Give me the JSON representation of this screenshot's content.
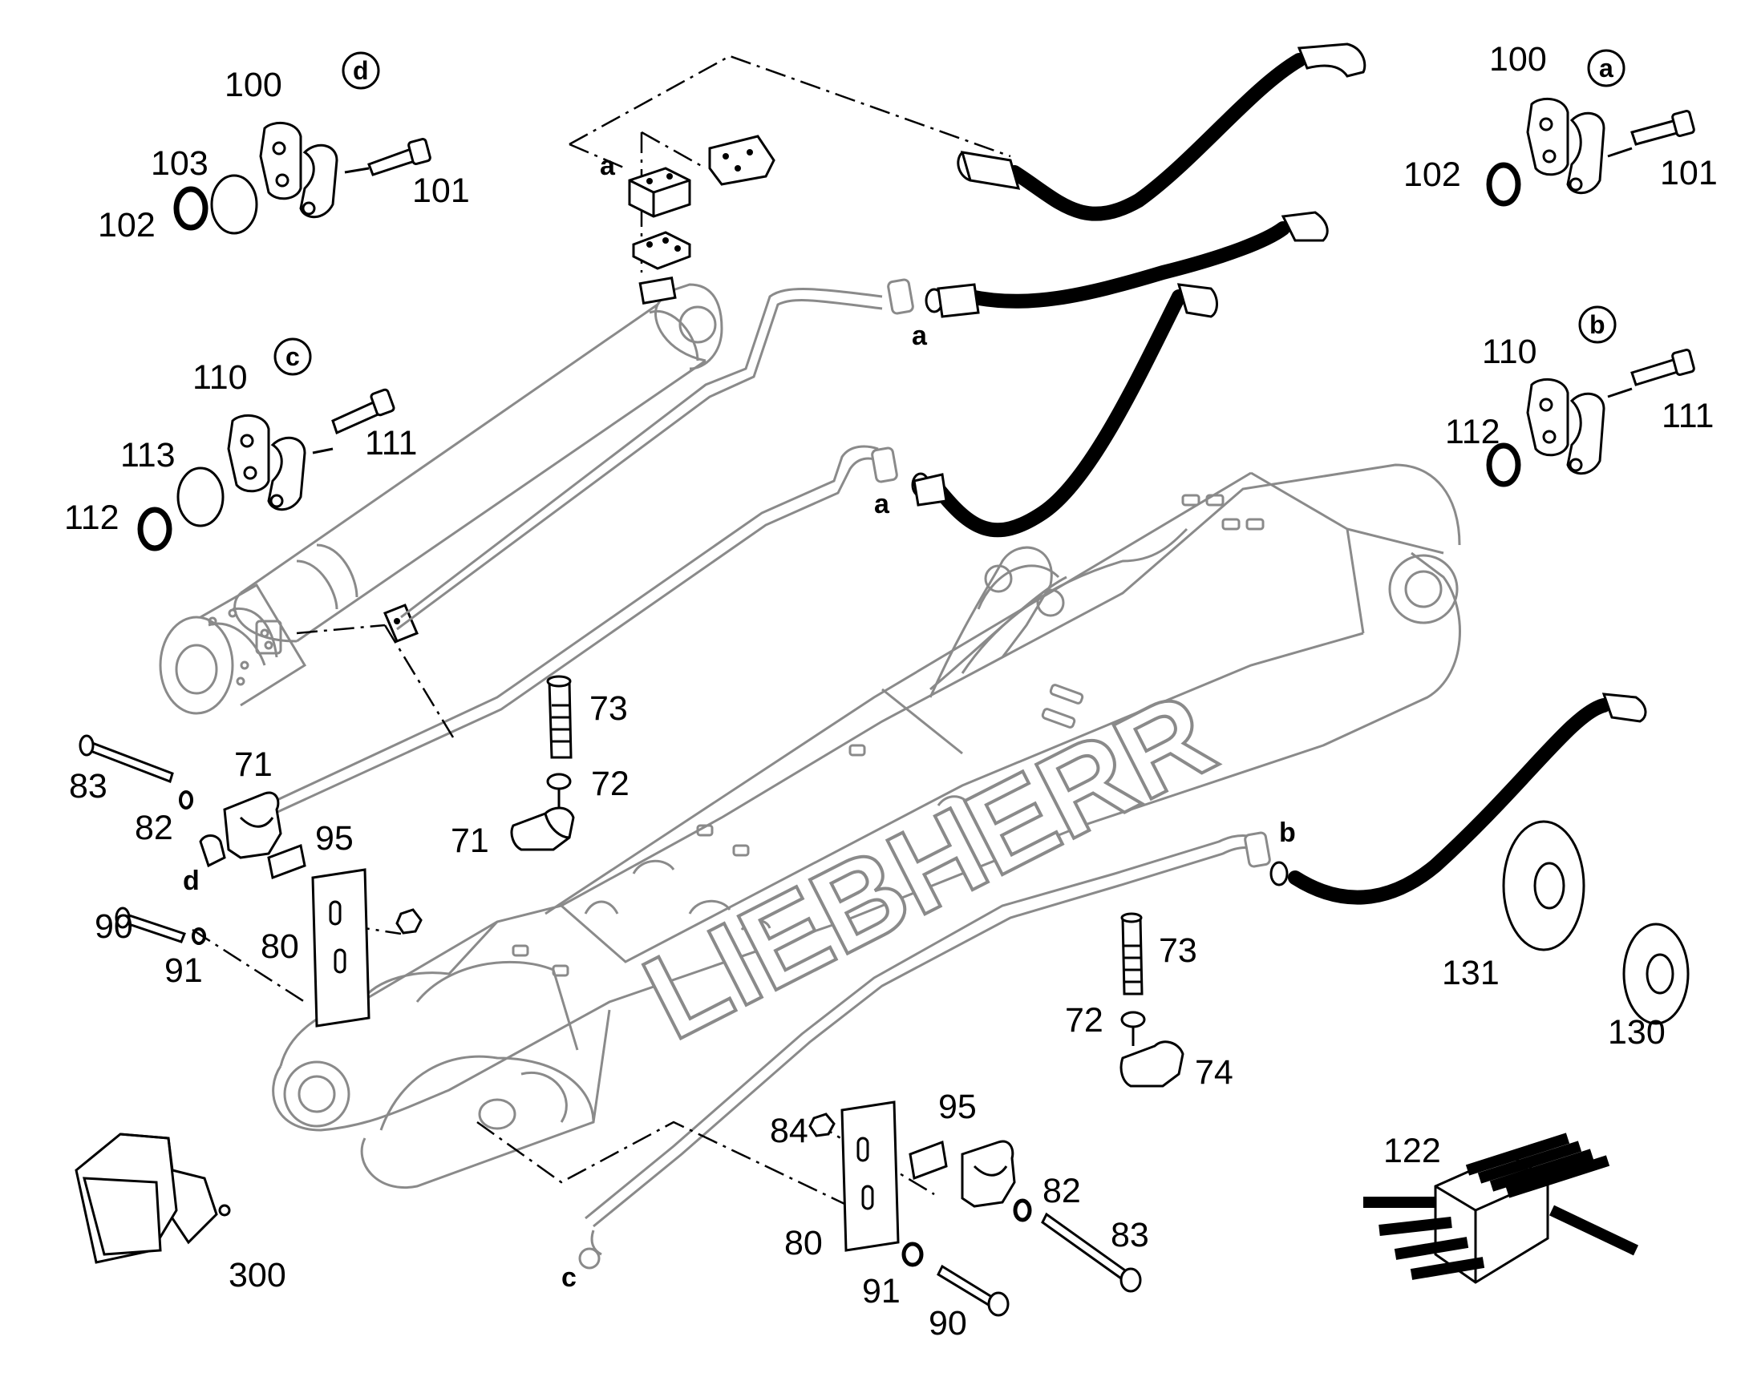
{
  "callouts": {
    "d": "d",
    "c": "c",
    "a": "a",
    "b": "b"
  },
  "labels": {
    "p100_d": "100",
    "p103": "103",
    "p102_d": "102",
    "p101_d": "101",
    "p110_c": "110",
    "p113": "113",
    "p112_c": "112",
    "p111_c": "111",
    "p100_a": "100",
    "p102_a": "102",
    "p101_a": "101",
    "p110_b": "110",
    "p112_b": "112",
    "p111_b": "111",
    "p73_top": "73",
    "p72_top": "72",
    "p71_mid": "71",
    "p83_left": "83",
    "p71_left": "71",
    "p82_left": "82",
    "p95_left": "95",
    "p90_left": "90",
    "p91_left": "91",
    "p80_left": "80",
    "p73_right": "73",
    "p72_right": "72",
    "p74": "74",
    "p131": "131",
    "p130": "130",
    "p122": "122",
    "p84": "84",
    "p95_bot": "95",
    "p82_bot": "82",
    "p83_bot": "83",
    "p80_bot": "80",
    "p91_bot": "91",
    "p90_bot": "90",
    "p300": "300"
  },
  "port_letters": {
    "a_block": "a",
    "a_hose1": "a",
    "a_hose2": "a",
    "b_hose": "b",
    "c_pipe": "c",
    "d_clamp": "d"
  },
  "logo_text": "LIEBHERR",
  "colors": {
    "line": "#000000",
    "part_gray": "#8a8a8a",
    "hose": "#000000"
  }
}
